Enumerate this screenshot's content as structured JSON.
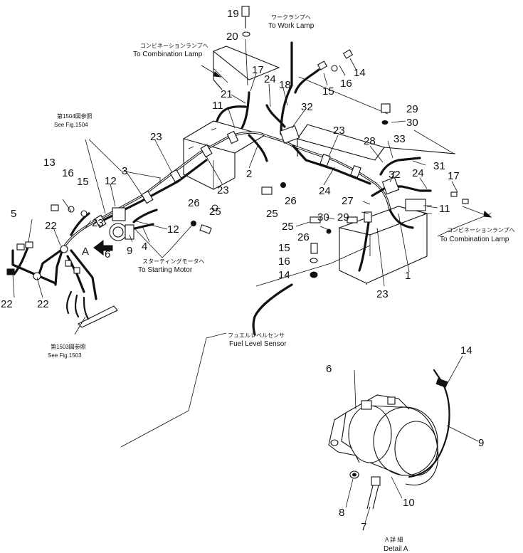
{
  "callouts": {
    "n1": "1",
    "n2": "2",
    "n3": "3",
    "n4": "4",
    "n5": "5",
    "n6": "6",
    "n6b": "6",
    "n7": "7",
    "n8": "8",
    "n9": "9",
    "n9b": "9",
    "n10": "10",
    "n11a": "11",
    "n11b": "11",
    "n12a": "12",
    "n12b": "12",
    "n13": "13",
    "n14a": "14",
    "n14b": "14",
    "n14c": "14",
    "n15a": "15",
    "n15b": "15",
    "n15c": "15",
    "n16a": "16",
    "n16b": "16",
    "n16c": "16",
    "n17a": "17",
    "n17b": "17",
    "n18": "18",
    "n19": "19",
    "n20": "20",
    "n21": "21",
    "n22a": "22",
    "n22b": "22",
    "n22c": "22",
    "n23a": "23",
    "n23b": "23",
    "n23c": "23",
    "n23d": "23",
    "n23e": "23",
    "n24a": "24",
    "n24b": "24",
    "n24c": "24",
    "n25a": "25",
    "n25b": "25",
    "n25c": "25",
    "n26a": "26",
    "n26b": "26",
    "n26c": "26",
    "n27": "27",
    "n28": "28",
    "n29a": "29",
    "n29b": "29",
    "n30a": "30",
    "n30b": "30",
    "n31": "31",
    "n32a": "32",
    "n32b": "32",
    "n33": "33",
    "detail_marker": "A"
  },
  "labels": {
    "work_lamp_jp": "ワークランプへ",
    "work_lamp_en": "To Work Lamp",
    "combo_lamp_top_jp": "コンビネーションランプへ",
    "combo_lamp_top_en": "To Combination Lamp",
    "combo_lamp_right_jp": "コンビネーションランプへ",
    "combo_lamp_right_en": "To Combination Lamp",
    "fig1504_jp": "第1504図参照",
    "fig1504_en": "See Fig.1504",
    "fig1503_jp": "第1503図参照",
    "fig1503_en": "See Fig.1503",
    "starting_motor_jp": "スターティングモータへ",
    "starting_motor_en": "To Starting Motor",
    "fuel_sensor_jp": "フュエルレベルセンサ",
    "fuel_sensor_en": "Fuel Level Sensor",
    "detail_jp": "A 詳 細",
    "detail_en": "Detail A"
  },
  "colors": {
    "ink": "#111111",
    "paper": "#ffffff"
  }
}
